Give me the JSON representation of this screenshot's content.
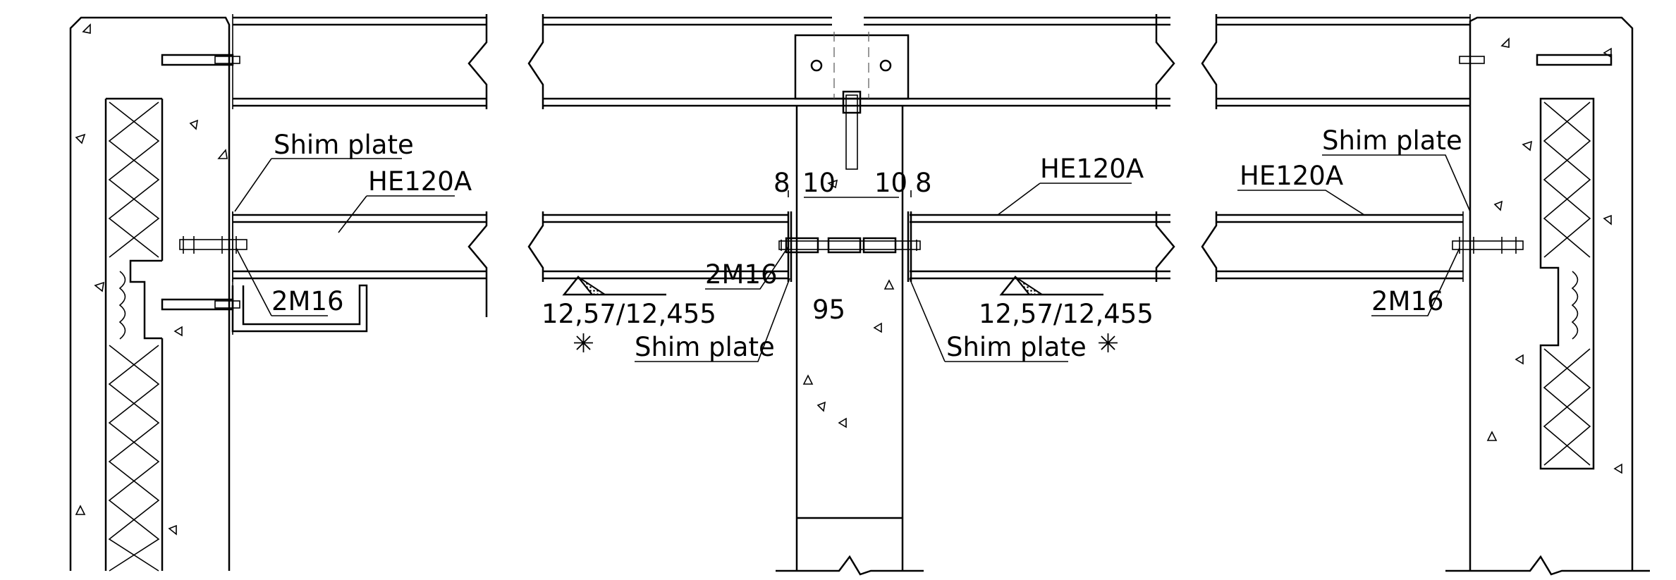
{
  "labels": {
    "shim_left": "Shim plate",
    "he_left": "HE120A",
    "bolt_left": "2M16",
    "dim_8_left": "8",
    "dim_10_left": "10",
    "dim_10_right": "10",
    "dim_8_right": "8",
    "he_mid": "HE120A",
    "bolt_mid": "2M16",
    "level_left": "12,57/12,455",
    "level_right": "12,57/12,455",
    "shim_mid_left": "Shim plate",
    "shim_mid_right": "Shim plate",
    "col_width": "95",
    "shim_right": "Shim plate",
    "he_right": "HE120A",
    "bolt_right": "2M16",
    "star_left": "✳",
    "star_right": "✳"
  }
}
